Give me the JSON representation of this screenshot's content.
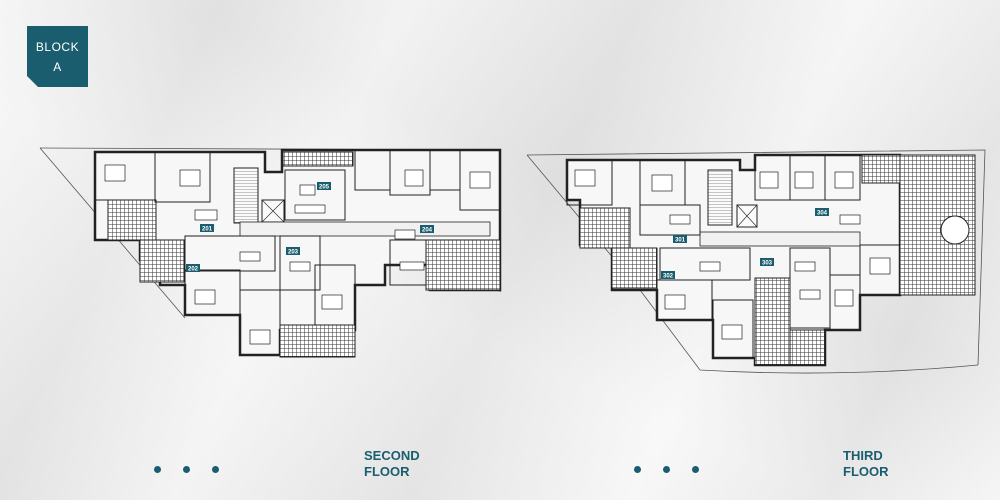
{
  "block": {
    "line1": "BLOCK",
    "line2": "A"
  },
  "plans": [
    {
      "title_line1": "SECOND",
      "title_line2": "FLOOR",
      "units": [
        "201",
        "202",
        "203",
        "204",
        "205"
      ]
    },
    {
      "title_line1": "THIRD",
      "title_line2": "FLOOR",
      "units": [
        "301",
        "302",
        "303",
        "304"
      ]
    }
  ],
  "colors": {
    "accent": "#1a5d6e",
    "wall": "#222222"
  }
}
